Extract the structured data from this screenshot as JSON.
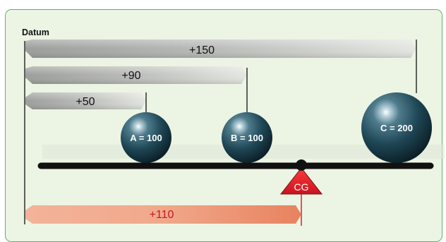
{
  "diagram": {
    "datum_label": "Datum",
    "arms": [
      {
        "label": "+150"
      },
      {
        "label": "+90"
      },
      {
        "label": "+50"
      }
    ],
    "weights": [
      {
        "label": "A = 100"
      },
      {
        "label": "B = 100"
      },
      {
        "label": "C = 200"
      }
    ],
    "cg_label": "CG",
    "cg_arm_label": "+110",
    "colors": {
      "panel_bg": "#ecf4e4",
      "panel_border": "#5fb26a",
      "arm_gray": "#a6a7a5",
      "cg_arm": "#e8825f",
      "cg_triangle": "#e01f2a",
      "ball": "#1e4654",
      "beam": "#111111"
    }
  }
}
